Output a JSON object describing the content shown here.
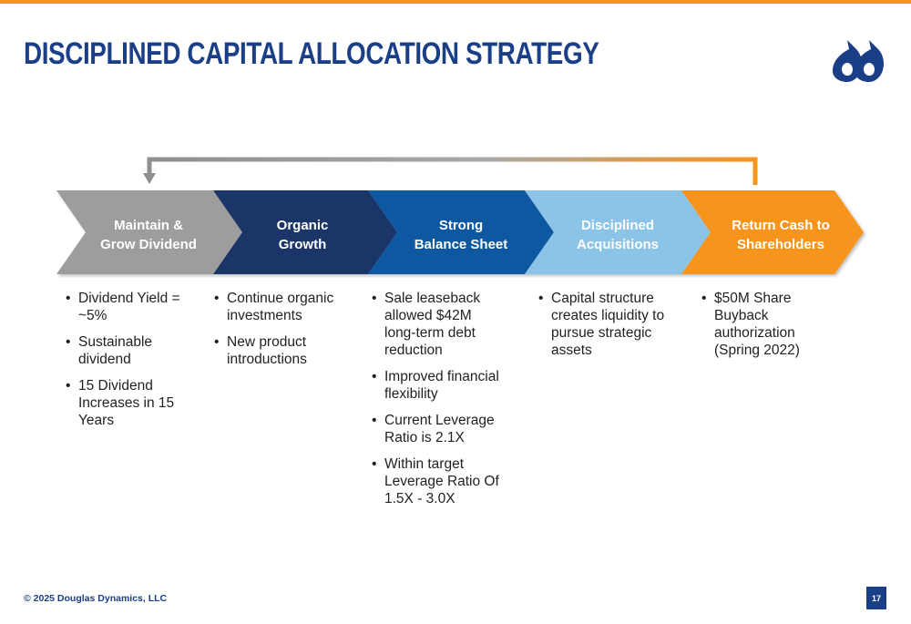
{
  "slide": {
    "title": "DISCIPLINED CAPITAL ALLOCATION STRATEGY",
    "copyright": "© 2025 Douglas Dynamics, LLC",
    "page_number": "17"
  },
  "colors": {
    "accent_orange": "#f7941d",
    "title_blue": "#1b3f87",
    "step_gray": "#9d9d9d",
    "step_navy": "#1e3667",
    "step_blue": "#0e58a0",
    "step_light_blue": "#8cc4e8",
    "step_orange": "#f7941d"
  },
  "steps": [
    {
      "line1": "Maintain &",
      "line2": "Grow Dividend",
      "bullets": [
        "Dividend Yield =   ~5%",
        "Sustainable dividend",
        "15 Dividend Increases in 15 Years"
      ]
    },
    {
      "line1": "Organic",
      "line2": "Growth",
      "bullets": [
        "Continue organic investments",
        "New product introductions"
      ]
    },
    {
      "line1": "Strong",
      "line2": "Balance Sheet",
      "bullets": [
        "Sale leaseback allowed $42M long-term debt reduction",
        "Improved financial flexibility",
        "Current Leverage Ratio is 2.1X",
        "Within target Leverage Ratio Of 1.5X - 3.0X"
      ]
    },
    {
      "line1": "Disciplined",
      "line2": "Acquisitions",
      "bullets": [
        "Capital structure creates liquidity to pursue strategic assets"
      ]
    },
    {
      "line1": "Return Cash to",
      "line2": "Shareholders",
      "bullets": [
        "$50M Share Buyback authorization (Spring 2022)"
      ]
    }
  ]
}
